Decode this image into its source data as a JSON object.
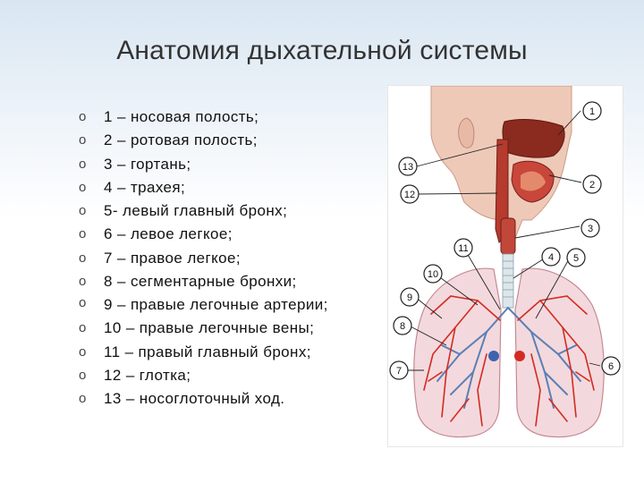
{
  "title": "Анатомия дыхательной системы",
  "items": [
    "1 – носовая полость;",
    "2 – ротовая полость;",
    "3 – гортань;",
    "4 – трахея;",
    "5- левый главный бронх;",
    "6 – левое легкое;",
    "7 – правое легкое;",
    "8 – сегментарные бронхи;",
    "9 – правые легочные артерии;",
    "10 – правые легочные вены;",
    "11 – правый главный бронх;",
    "12 – глотка;",
    "13 – носоглоточный ход."
  ],
  "callouts": [
    "1",
    "2",
    "3",
    "4",
    "5",
    "6",
    "7",
    "8",
    "9",
    "10",
    "11",
    "12",
    "13"
  ],
  "bullet": "o"
}
